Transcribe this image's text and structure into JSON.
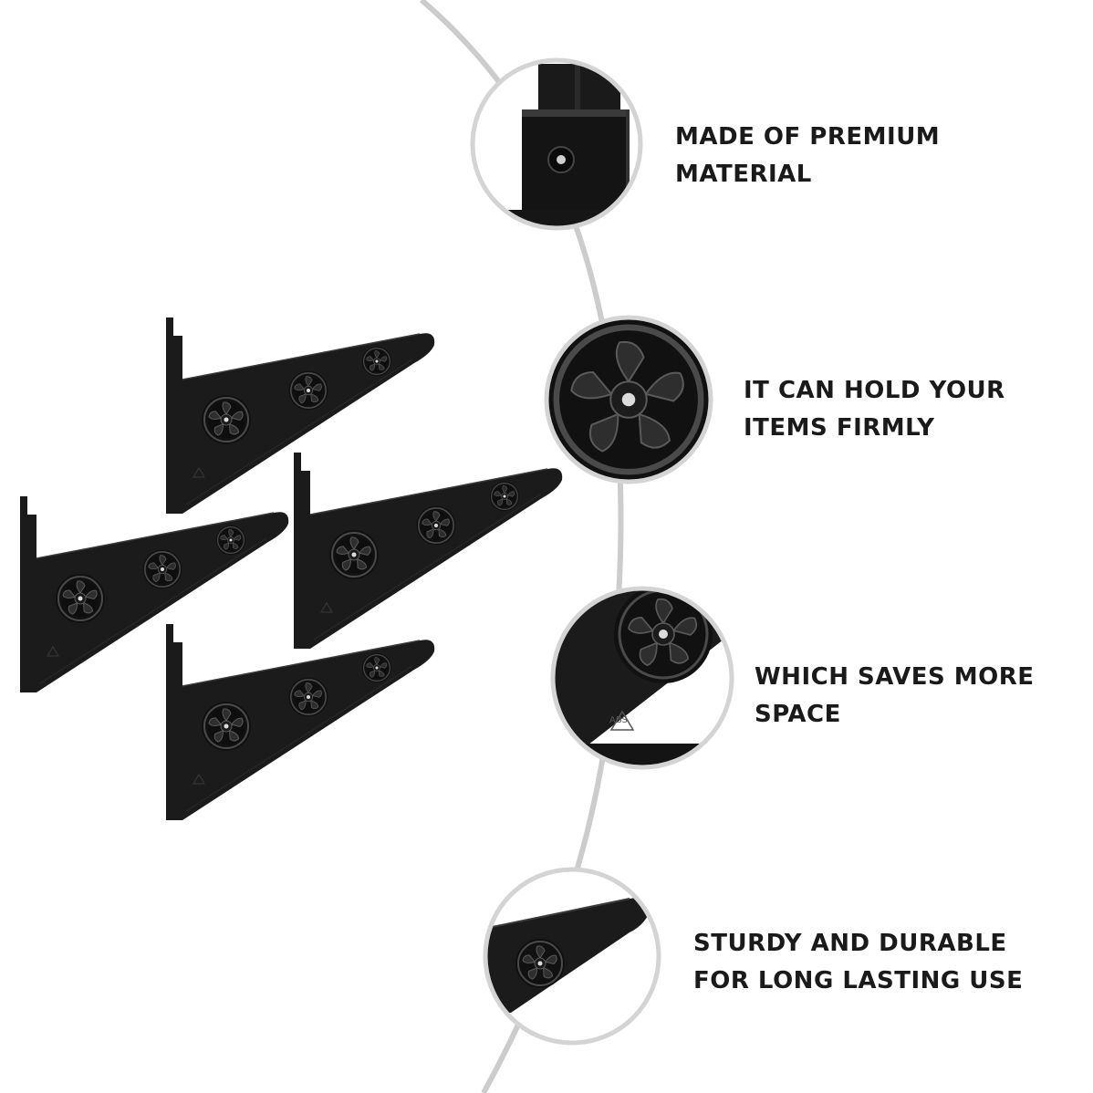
{
  "features": [
    {
      "line1": "MADE OF PREMIUM",
      "line2": "MATERIAL",
      "detail_icon": "bracket-joint-closeup"
    },
    {
      "line1": "IT CAN HOLD YOUR",
      "line2": "ITEMS FIRMLY",
      "detail_icon": "wheel-hole-closeup"
    },
    {
      "line1": "WHICH SAVES MORE",
      "line2": "SPACE",
      "detail_icon": "bracket-corner-closeup"
    },
    {
      "line1": "STURDY AND DURABLE",
      "line2": "FOR LONG LASTING USE",
      "detail_icon": "bracket-tip-closeup"
    }
  ],
  "product": {
    "item": "triangular shelf bracket",
    "quantity_shown": 4,
    "color": "#1b1b1b",
    "abs_mark": "ABS"
  },
  "colors": {
    "background": "#ffffff",
    "arc": "#cccccc",
    "circle_border": "#d4d4d4",
    "text": "#1a1a1a",
    "product": "#1b1b1b"
  }
}
